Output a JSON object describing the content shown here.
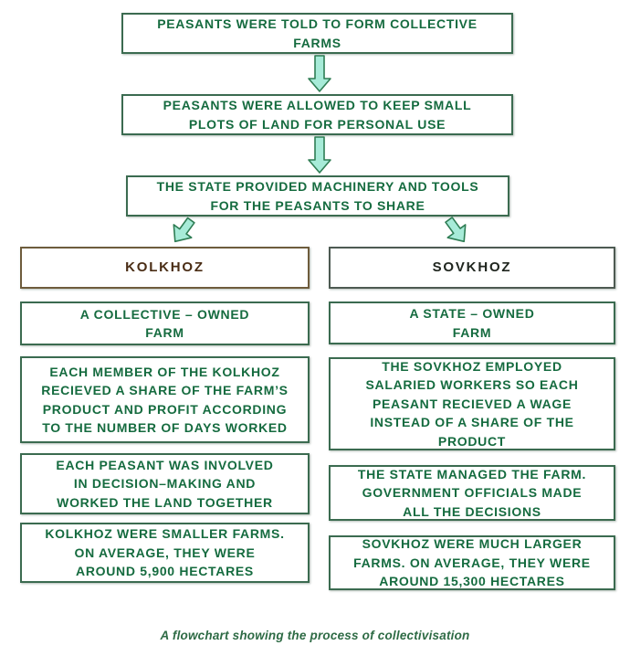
{
  "flow_steps": [
    {
      "text": "PEASANTS WERE TOLD TO FORM COLLECTIVE\nFARMS"
    },
    {
      "text": "PEASANTS WERE ALLOWED TO KEEP SMALL\nPLOTS OF LAND FOR PERSONAL USE"
    },
    {
      "text": "THE STATE PROVIDED MACHINERY AND TOOLS\nFOR THE PEASANTS TO SHARE"
    }
  ],
  "kolkhoz": {
    "title": "KOLKHOZ",
    "boxes": [
      "A COLLECTIVE – OWNED\nFARM",
      "EACH MEMBER OF THE KOLKHOZ\nRECIEVED A SHARE OF THE FARM’S\nPRODUCT AND PROFIT ACCORDING\nTO THE NUMBER OF DAYS WORKED",
      "EACH PEASANT WAS INVOLVED\nIN DECISION–MAKING AND\nWORKED THE LAND TOGETHER",
      "KOLKHOZ WERE SMALLER FARMS.\nON AVERAGE, THEY WERE\nAROUND 5,900 HECTARES"
    ]
  },
  "sovkhoz": {
    "title": "SOVKHOZ",
    "boxes": [
      "A STATE – OWNED\nFARM",
      "THE SOVKHOZ EMPLOYED\nSALARIED WORKERS SO EACH\nPEASANT RECIEVED A WAGE\nINSTEAD OF A SHARE OF THE\nPRODUCT",
      "THE STATE MANAGED THE FARM.\nGOVERNMENT OFFICIALS MADE\nALL THE DECISIONS",
      "SOVKHOZ WERE MUCH LARGER\nFARMS. ON AVERAGE, THEY WERE\nAROUND 15,300 HECTARES"
    ]
  },
  "caption": "A flowchart showing the process of collectivisation",
  "colors": {
    "body_text_green": "#156B3F",
    "box_border_green": "#3B6B50",
    "arrow_fill_teal": "#A7EBD8",
    "arrow_stroke_green": "#2F7D54",
    "kolkhoz_title_brown": "#4A2D15",
    "kolkhoz_border_brown": "#6E5C3C",
    "sovkhoz_title_black": "#20261F",
    "sovkhoz_border_gray": "#4D5A52",
    "caption_green": "#2E6B45",
    "background": "#FFFFFF"
  }
}
